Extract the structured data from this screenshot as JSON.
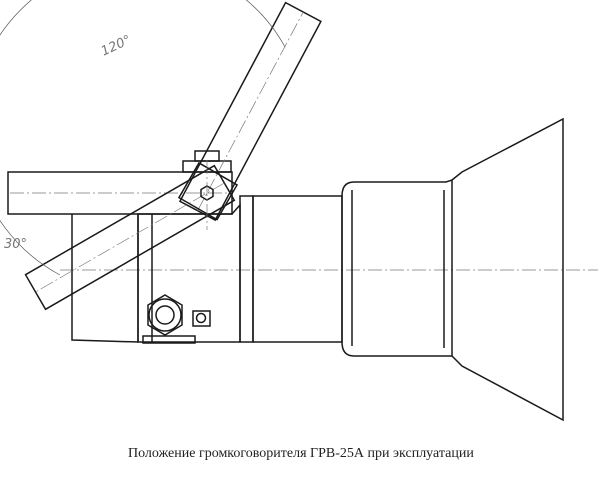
{
  "angles": {
    "upper": "120°",
    "lower": "30°"
  },
  "caption": "Положение громкоговорителя ГРВ-25А при эксплуатации"
}
